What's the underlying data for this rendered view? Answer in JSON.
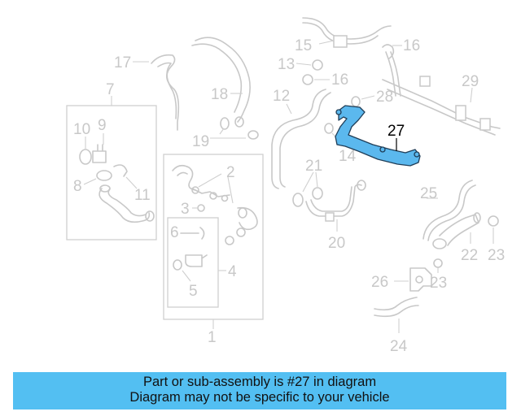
{
  "callouts": {
    "c1": "1",
    "c2": "2",
    "c3": "3",
    "c4": "4",
    "c5": "5",
    "c6": "6",
    "c7": "7",
    "c8": "8",
    "c9": "9",
    "c10": "10",
    "c11": "11",
    "c12": "12",
    "c13": "13",
    "c14": "14",
    "c15": "15",
    "c16a": "16",
    "c16b": "16",
    "c17": "17",
    "c18": "18",
    "c19": "19",
    "c20": "20",
    "c21": "21",
    "c22": "22",
    "c23a": "23",
    "c23b": "23",
    "c24": "24",
    "c25": "25",
    "c26": "26",
    "c27": "27",
    "c28": "28",
    "c29": "29"
  },
  "highlight": {
    "part_number": "27",
    "color": "#5bb8ee"
  },
  "colors": {
    "line_art": "#c8c8c8",
    "banner_background": "#53bff2"
  },
  "banner": {
    "line1": "Part or sub-assembly is #27 in diagram",
    "line2": "Diagram may not be specific to your vehicle"
  }
}
